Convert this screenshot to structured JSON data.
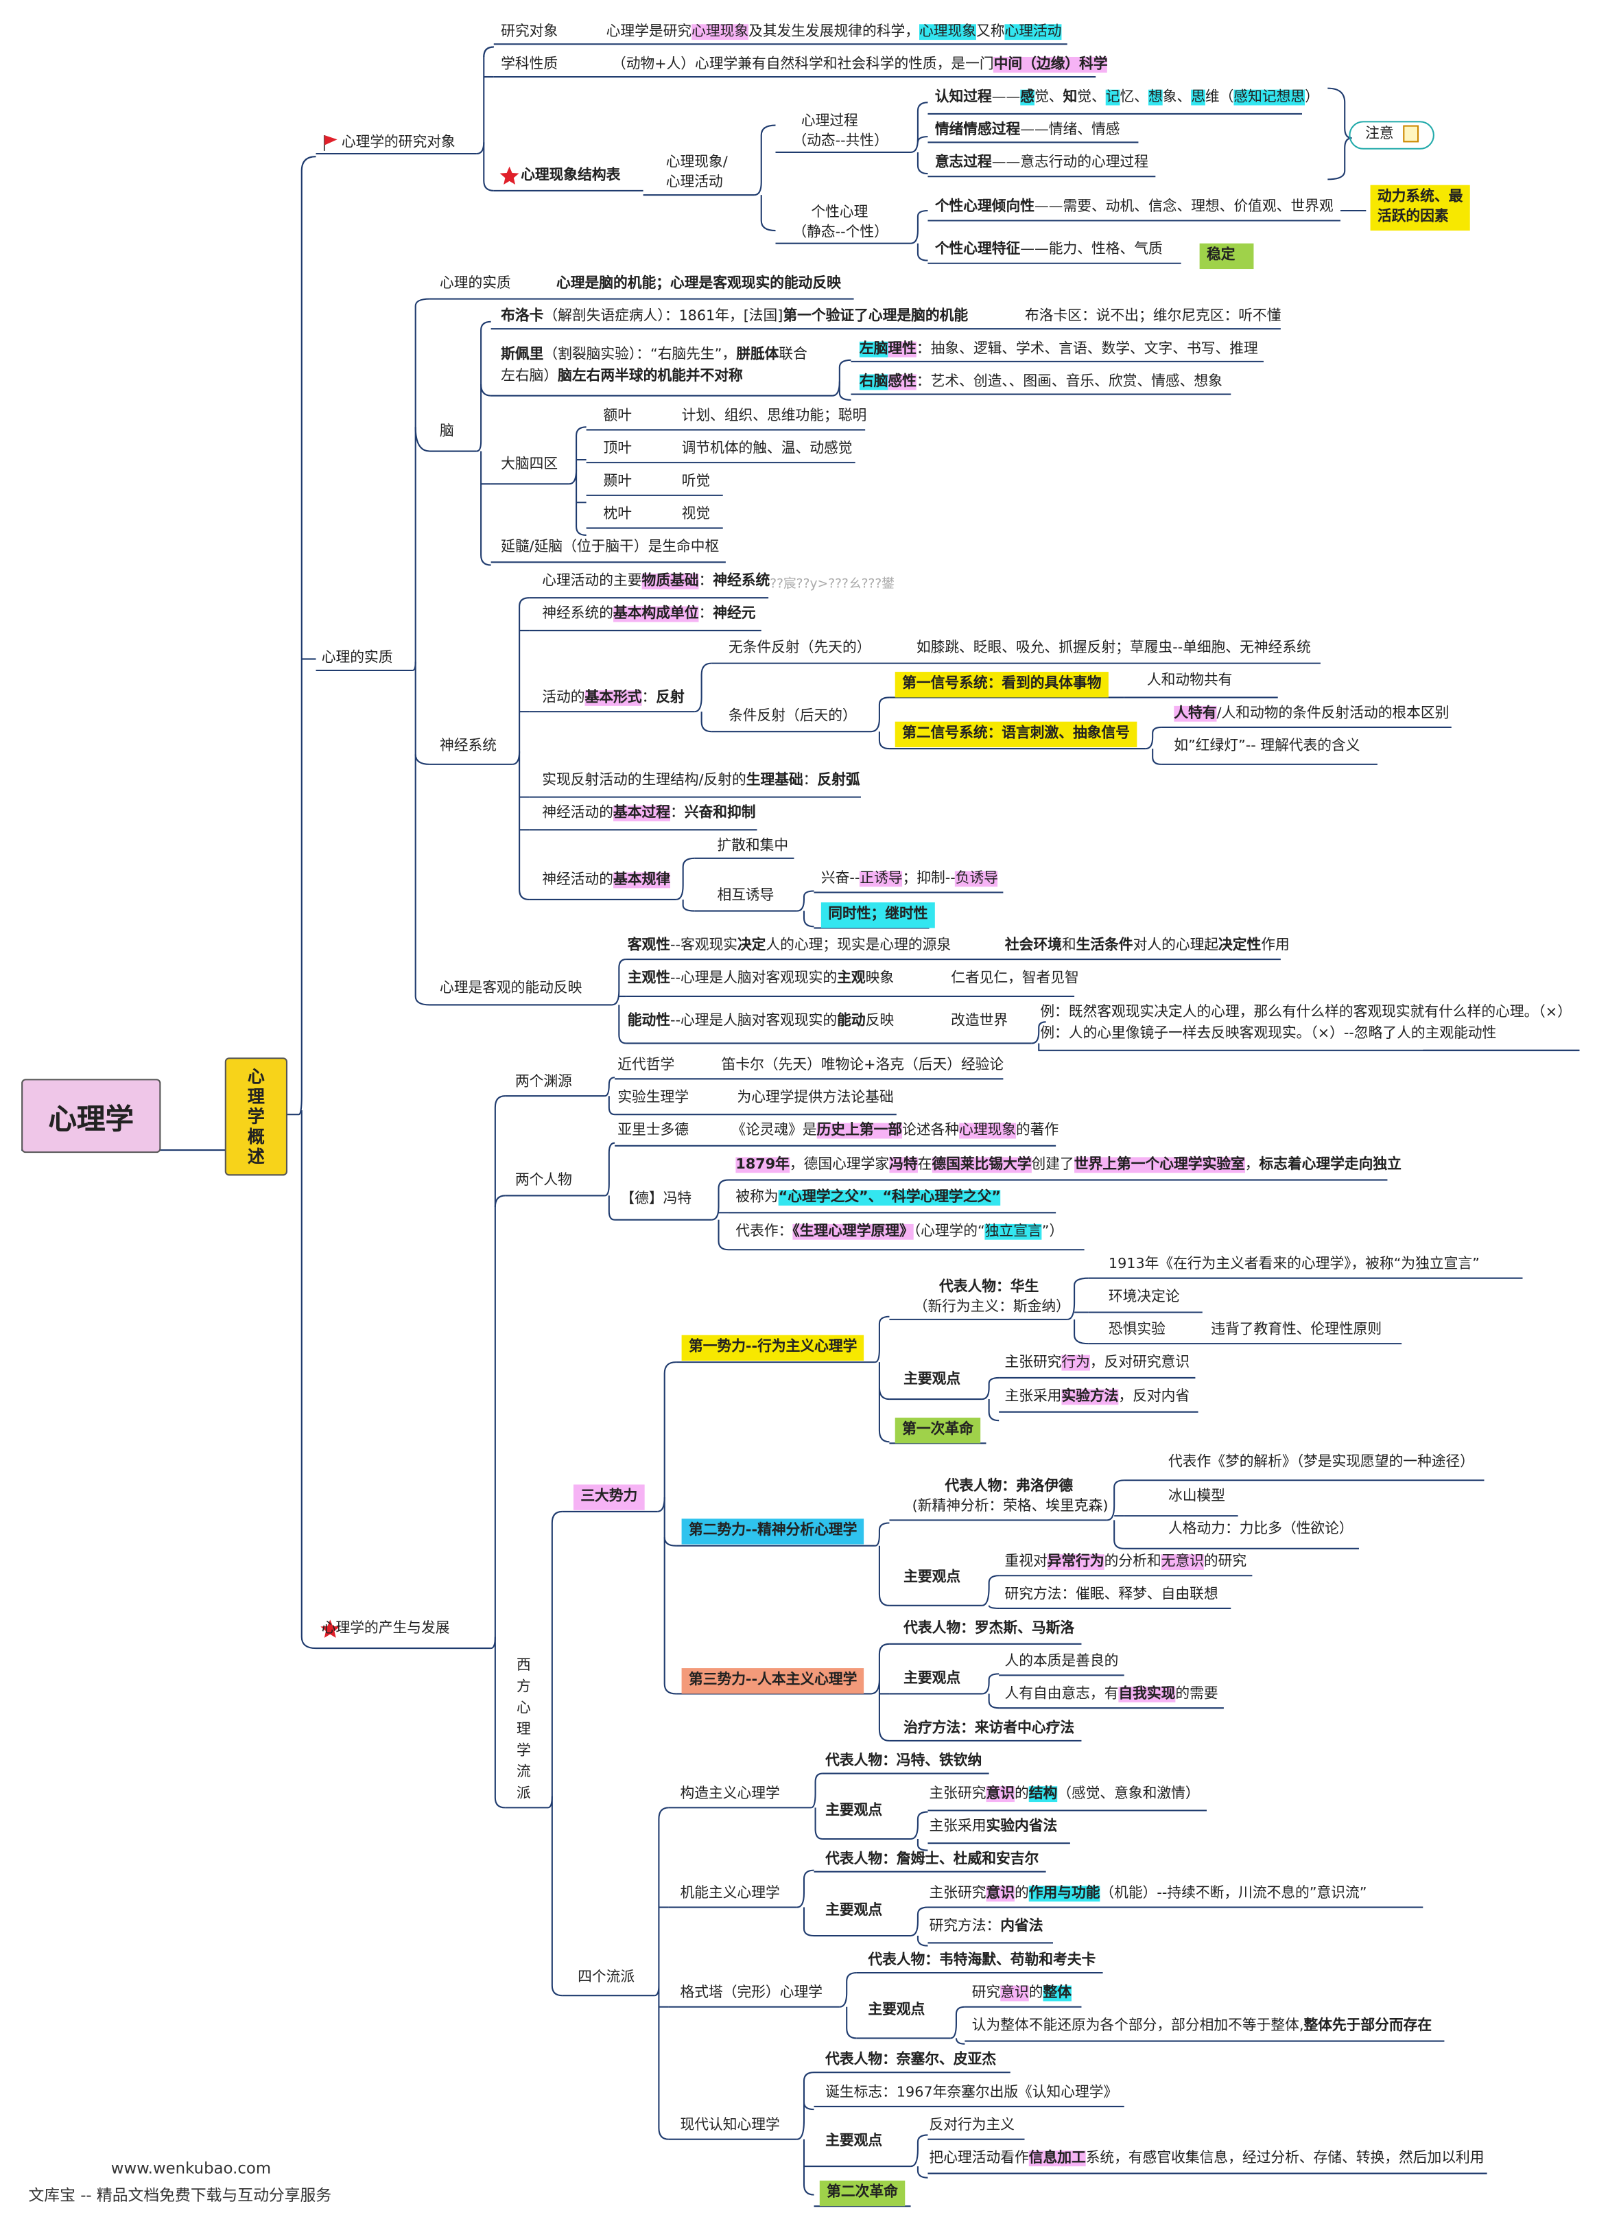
{
  "root": "心理学",
  "overview": "心理学概述",
  "s1": {
    "title": "心理学的研究对象",
    "obj_label": "研究对象",
    "obj_text": [
      "心理学是研究",
      "心理现象",
      "及其发生发展规律的科学，",
      "心理现象",
      "又称",
      "心理活动"
    ],
    "nature_label": "学科性质",
    "nature_text": [
      "（动物+人）心理学兼有自然科学和社会科学的性质，是一门",
      "中间（边缘）科学"
    ],
    "struct_label": "心理现象结构表",
    "phen_label": "心理现象/\n心理活动",
    "proc_label": "心理过程",
    "proc_sub": "（动态--共性）",
    "indiv_label": "个性心理",
    "indiv_sub": "（静态--个性）",
    "cog": [
      "认知过程",
      "——",
      "感",
      "觉、",
      "知",
      "觉、",
      "记",
      "忆、",
      "想",
      "象、",
      "思",
      "维（",
      "感知记想思",
      "）"
    ],
    "emo": [
      "情绪情感过程",
      "——情绪、情感"
    ],
    "will": [
      "意志过程",
      "——意志行动的心理过程"
    ],
    "tend": [
      "个性心理倾向性",
      "——需要、动机、信念、理想、价值观、世界观"
    ],
    "feat": [
      "个性心理特征",
      "——能力、性格、气质"
    ],
    "note": "注意",
    "dyn_box": "动力系统、最\n活跃的因素",
    "stable_box": "稳定"
  },
  "s2": {
    "title": "心理的实质",
    "essence_label": "心理的实质",
    "essence_text": "心理是脑的机能；心理是客观现实的能动反映",
    "brain": "脑",
    "broca": [
      "布洛卡",
      "（解剖失语症病人）：1861年，[法国]",
      "第一个验证了心理是脑的机能",
      "布洛卡区：说不出；维尔尼克区：听不懂"
    ],
    "sperry1": [
      "斯佩里",
      "（割裂脑实验）：“右脑先生”，",
      "胼胝体",
      "联合"
    ],
    "sperry2": [
      "左右脑）",
      "脑左右两半球的机能并不对称"
    ],
    "left": [
      "左脑",
      "理性",
      "：抽象、逻辑、学术、言语、数学、文字、书写、推理"
    ],
    "right": [
      "右脑",
      "感性",
      "：艺术、创造、、图画、音乐、欣赏、情感、想象"
    ],
    "lobes_label": "大脑四区",
    "lobes": [
      [
        "额叶",
        "计划、组织、思维功能；聪明"
      ],
      [
        "顶叶",
        "调节机体的触、温、动感觉"
      ],
      [
        "颞叶",
        "听觉"
      ],
      [
        "枕叶",
        "视觉"
      ]
    ],
    "medulla": "延髓/延脑（位于脑干）是生命中枢",
    "ns": "神经系统",
    "ns1": [
      "心理活动的主要",
      "物质基础",
      "：",
      "神经系统"
    ],
    "ns_garble": "??宸??y>???ㄠ???鐢",
    "ns2": [
      "神经系统的",
      "基本构成单位",
      "：",
      "神经元"
    ],
    "ns3": [
      "活动的",
      "基本形式",
      "：",
      "反射"
    ],
    "uncond": "无条件反射（先天的）",
    "uncond_ex": "如膝跳、眨眼、吸允、抓握反射；草履虫--单细胞、无神经系统",
    "cond": "条件反射（后天的）",
    "sig1": "第一信号系统：看到的具体事物",
    "sig1_note": "人和动物共有",
    "sig2": "第二信号系统：语言刺激、抽象信号",
    "sig2_a": [
      "人特有",
      "/人和动物的条件反射活动的根本区别"
    ],
    "sig2_b": "如”红绿灯”-- 理解代表的含义",
    "ns4": [
      "实现反射活动的生理结构/反射的",
      "生理基础",
      "：",
      "反射弧"
    ],
    "ns5": [
      "神经活动的",
      "基本过程",
      "：",
      "兴奋和抑制"
    ],
    "ns6": [
      "神经活动的",
      "基本规律"
    ],
    "spread": "扩散和集中",
    "mutual": "相互诱导",
    "mutual_a": [
      "兴奋--",
      "正诱导",
      "；抑制--",
      "负诱导"
    ],
    "mutual_b": "同时性；继时性",
    "reflect": "心理是客观的能动反映",
    "r1": [
      "客观性",
      "--客观现实",
      "决定",
      "人的心理；现实是心理的源泉",
      "社会环境",
      "和",
      "生活条件",
      "对人的心理起",
      "决定性",
      "作用"
    ],
    "r2": [
      "主观性",
      "--心理是人脑对客观现实的",
      "主观",
      "映象",
      "仁者见仁，智者见智"
    ],
    "r3": [
      "能动性",
      "--心理是人脑对客观现实的",
      "能动",
      "反映",
      "改造世界"
    ],
    "r3_ex1": "例：既然客观现实决定人的心理，那么有什么样的客观现实就有什么样的心理。（×）",
    "r3_ex2": "例：人的心里像镜子一样去反映客观现实。（×）--忽略了人的主观能动性"
  },
  "s3": {
    "title": "心理学的产生与发展",
    "roots": "两个渊源",
    "root1": [
      "近代哲学",
      "笛卡尔（先天）唯物论+洛克（后天）经验论"
    ],
    "root2": [
      "实验生理学",
      "为心理学提供方法论基础"
    ],
    "persons": "两个人物",
    "arist": [
      "亚里士多德",
      "《论灵魂》是",
      "历史上第一部",
      "论述各种",
      "心理现象",
      "的著作"
    ],
    "wundt": "【德】冯特",
    "w1": [
      "1879年",
      "，德国心理学家",
      "冯特",
      "在",
      "德国莱比锡大学",
      "创建了",
      "世界上第一个心理学实验室",
      "，",
      "标志着心理学走向独立"
    ],
    "w2": [
      "被称为",
      "“心理学之父”、“科学心理学之父”"
    ],
    "w3": [
      "代表作：",
      "《生理心理学原理》",
      "（心理学的“",
      "独立宣言",
      "”）"
    ],
    "west": "西方心理学流派",
    "three": "三大势力",
    "f1": "第一势力--行为主义心理学",
    "f1_rep": "代表人物：华生",
    "f1_neo": "（新行为主义：斯金纳）",
    "f1_1913": "1913年《在行为主义者看来的心理学》，被称“为独立宣言”",
    "f1_env": "环境决定论",
    "f1_fear": "恐惧实验",
    "f1_fear_note": "违背了教育性、伦理性原则",
    "main_view": "主要观点",
    "f1_v1": [
      "主张研究",
      "行为",
      "，反对研究意识"
    ],
    "f1_v2": [
      "主张采用",
      "实验方法",
      "，反对内省"
    ],
    "f1_rev": "第一次革命",
    "f2": "第二势力--精神分析心理学",
    "f2_rep": "代表人物：弗洛伊德",
    "f2_neo": "(新精神分析：荣格、埃里克森)",
    "f2_work": "代表作《梦的解析》（梦是实现愿望的一种途径）",
    "f2_ice": "冰山模型",
    "f2_drive": "人格动力：力比多（性欲论）",
    "f2_v1": [
      "重视对",
      "异常行为",
      "的分析和",
      "无意识",
      "的研究"
    ],
    "f2_v2": "研究方法：催眠、释梦、自由联想",
    "f3": "第三势力--人本主义心理学",
    "f3_rep": "代表人物：罗杰斯、马斯洛",
    "f3_v1": "人的本质是善良的",
    "f3_v2": [
      "人有自由意志，有",
      "自我实现",
      "的需要"
    ],
    "f3_th": "治疗方法：来访者中心疗法",
    "four": "四个流派",
    "p1": "构造主义心理学",
    "p1_rep": "代表人物：冯特、铁钦纳",
    "p1_v1": [
      "主张研究",
      "意识",
      "的",
      "结构",
      "（感觉、意象和激情）"
    ],
    "p1_v2": [
      "主张采用",
      "实验内省法"
    ],
    "p2": "机能主义心理学",
    "p2_rep": "代表人物：詹姆士、杜威和安吉尔",
    "p2_v1": [
      "主张研究",
      "意识",
      "的",
      "作用与功能",
      "（机能）--持续不断，川流不息的”意识流”"
    ],
    "p2_v2": [
      "研究方法：",
      "内省法"
    ],
    "p3": "格式塔（完形）心理学",
    "p3_rep": "代表人物：韦特海默、苟勒和考夫卡",
    "p3_v1": [
      "研究",
      "意识",
      "的",
      "整体"
    ],
    "p3_v2": [
      "认为整体不能还原为各个部分，部分相加不等于整体,",
      "整体先于部分而存在"
    ],
    "p4": "现代认知心理学",
    "p4_rep": "代表人物：奈塞尔、皮亚杰",
    "p4_birth": "诞生标志：1967年奈塞尔出版《认知心理学》",
    "p4_v1": "反对行为主义",
    "p4_v2": [
      "把心理活动看作",
      "信息加工",
      "系统，有感官收集信息，经过分析、存储、转换，然后加以利用"
    ],
    "p4_rev": "第二次革命"
  },
  "footer": {
    "url": "www.wenkubao.com",
    "slogan": "文库宝 -- 精品文档免费下载与互动分享服务"
  },
  "colors": {
    "pink": "#f6b3f5",
    "cyan": "#33e6f0",
    "yellow": "#f7e800",
    "green": "#9fd24a",
    "blue": "#2fc3ee",
    "orange": "#f39a7a",
    "root_fill": "#efc6e8",
    "line": "#1f3b6e"
  },
  "icons": [
    "red-flag-icon",
    "red-star-icon",
    "note-icon"
  ]
}
